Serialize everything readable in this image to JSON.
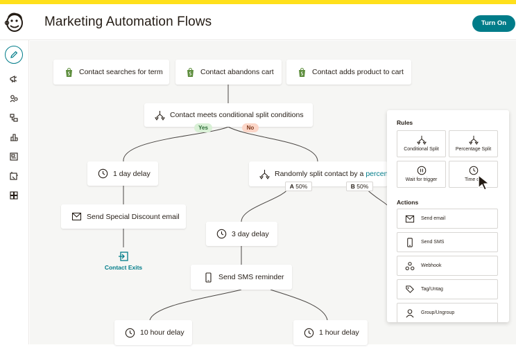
{
  "header": {
    "title": "Marketing Automation Flows",
    "turn_on_label": "Turn On"
  },
  "sidebar": {
    "icons": [
      "pencil-icon",
      "megaphone-icon",
      "audience-icon",
      "automation-icon",
      "analytics-icon",
      "content-icon",
      "website-icon",
      "integrations-icon"
    ]
  },
  "triggers": [
    {
      "label": "Contact searches for term",
      "icon": "shopify-icon"
    },
    {
      "label": "Contact abandons cart",
      "icon": "shopify-icon"
    },
    {
      "label": "Contact adds product to cart",
      "icon": "shopify-icon"
    }
  ],
  "flow": {
    "conditional_split": "Contact meets conditional split conditions",
    "yes": "Yes",
    "no": "No",
    "delay_1_day": "1 day delay",
    "send_discount": "Send Special Discount email",
    "contact_exits": "Contact Exits",
    "random_split_prefix": "Randomly split contact by a ",
    "random_split_link": "percen",
    "branch_a_letter": "A",
    "branch_a_value": "50%",
    "branch_b_letter": "B",
    "branch_b_value": "50%",
    "delay_3_day": "3 day delay",
    "send_sms": "Send SMS reminder",
    "delay_10_hour": "10 hour delay",
    "delay_1_hour": "1 hour delay"
  },
  "panel": {
    "rules_heading": "Rules",
    "rules": [
      {
        "label": "Conditional Split",
        "icon": "split-icon"
      },
      {
        "label": "Percentage Split",
        "icon": "split-icon"
      },
      {
        "label": "Wait for trigger",
        "icon": "pause-icon"
      },
      {
        "label": "Time de",
        "icon": "clock-icon"
      }
    ],
    "actions_heading": "Actions",
    "actions": [
      {
        "label": "Send email",
        "icon": "envelope-icon"
      },
      {
        "label": "Send SMS",
        "icon": "phone-icon"
      },
      {
        "label": "Webhook",
        "icon": "webhook-icon"
      },
      {
        "label": "Tag/Untag",
        "icon": "tag-icon"
      },
      {
        "label": "Group/Ungroup",
        "icon": "group-icon"
      }
    ]
  },
  "colors": {
    "accent": "#007c89",
    "brand_yellow": "#ffe01b",
    "yes_bg": "#d9f0d6",
    "no_bg": "#fcd6c8",
    "shopify": "#5e8e3e"
  }
}
